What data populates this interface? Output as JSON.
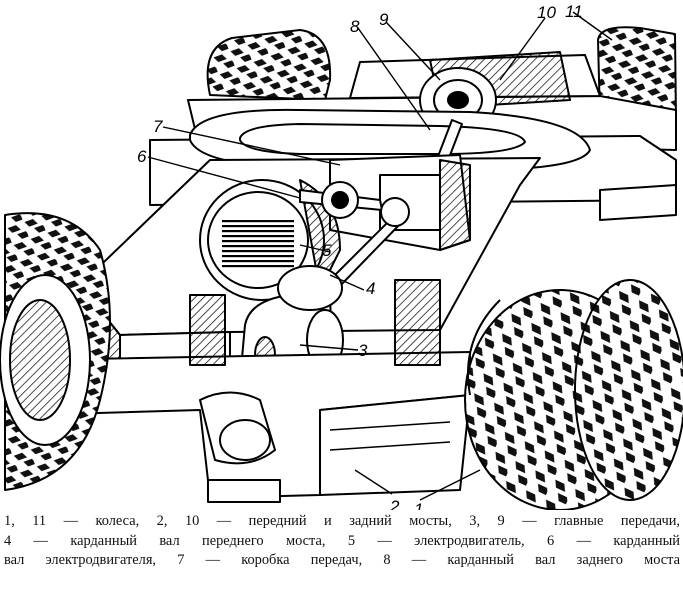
{
  "callouts": [
    {
      "id": "1",
      "text": "1"
    },
    {
      "id": "2",
      "text": "2"
    },
    {
      "id": "3",
      "text": "3"
    },
    {
      "id": "4",
      "text": "4"
    },
    {
      "id": "5",
      "text": "5"
    },
    {
      "id": "6",
      "text": "6"
    },
    {
      "id": "7",
      "text": "7"
    },
    {
      "id": "8",
      "text": "8"
    },
    {
      "id": "9",
      "text": "9"
    },
    {
      "id": "10",
      "text": "10"
    },
    {
      "id": "11",
      "text": "11"
    }
  ],
  "caption": {
    "line1": "1, 11 — колеса, 2, 10 — передний и задний мосты, 3, 9 — главные передачи,",
    "line2": "4 — карданный вал переднего моста, 5 — электродвигатель, 6 — карданный",
    "line3": "вал электродвигателя, 7 — коробка передач, 8 — карданный вал заднего моста"
  },
  "colors": {
    "ink": "#000000",
    "paper": "#ffffff"
  }
}
